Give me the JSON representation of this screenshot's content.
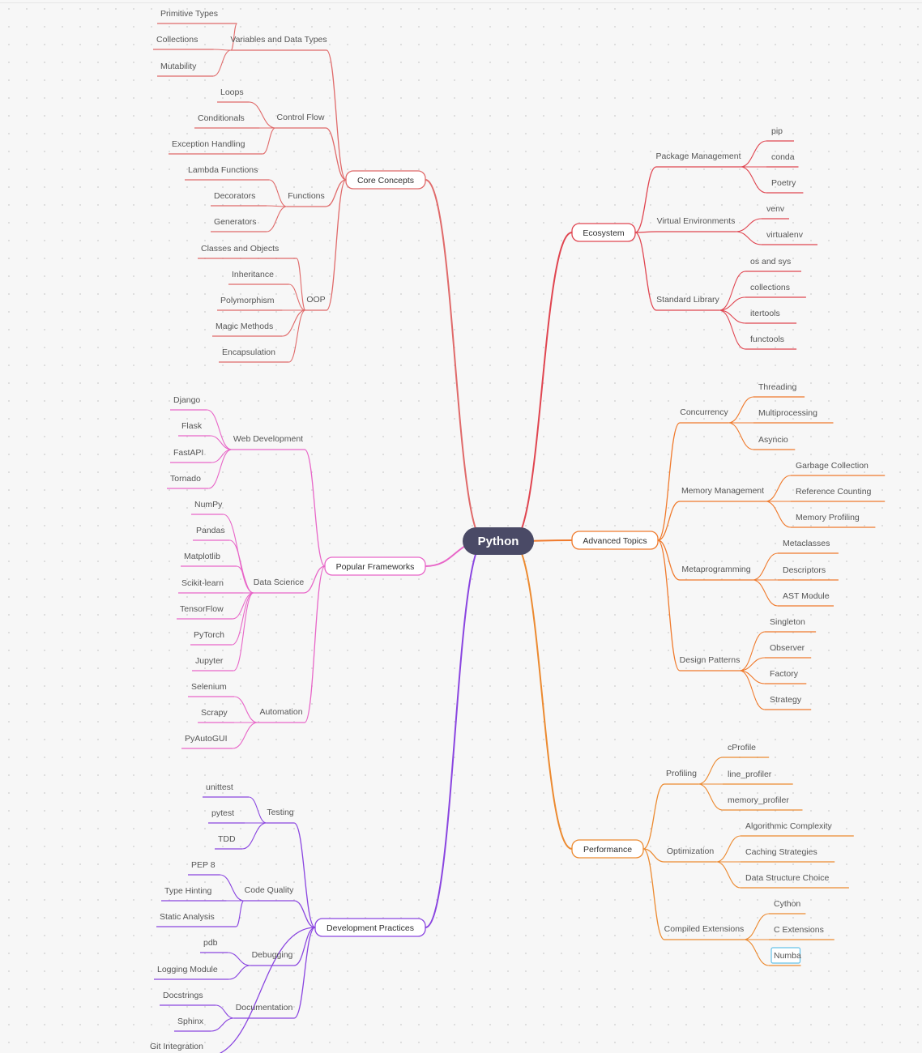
{
  "root": {
    "label": "Python",
    "fill": "#4a4a66"
  },
  "branches": [
    {
      "label": "Core Concepts",
      "color": "#e06a6a",
      "children": [
        {
          "label": "Variables and Data Types",
          "children": [
            {
              "label": "Primitive Types"
            },
            {
              "label": "Collections"
            },
            {
              "label": "Mutability"
            }
          ]
        },
        {
          "label": "Control Flow",
          "children": [
            {
              "label": "Loops"
            },
            {
              "label": "Conditionals"
            },
            {
              "label": "Exception Handling"
            }
          ]
        },
        {
          "label": "Functions",
          "children": [
            {
              "label": "Lambda Functions"
            },
            {
              "label": "Decorators"
            },
            {
              "label": "Generators"
            }
          ]
        },
        {
          "label": "OOP",
          "children": [
            {
              "label": "Classes and Objects"
            },
            {
              "label": "Inheritance"
            },
            {
              "label": "Polymorphism"
            },
            {
              "label": "Magic Methods"
            },
            {
              "label": "Encapsulation"
            }
          ]
        }
      ]
    },
    {
      "label": "Popular Frameworks",
      "color": "#e866c8",
      "children": [
        {
          "label": "Web Development",
          "children": [
            {
              "label": "Django"
            },
            {
              "label": "Flask"
            },
            {
              "label": "FastAPI"
            },
            {
              "label": "Tornado"
            }
          ]
        },
        {
          "label": "Data Science",
          "children": [
            {
              "label": "NumPy"
            },
            {
              "label": "Pandas"
            },
            {
              "label": "Matplotlib"
            },
            {
              "label": "Scikit-learn"
            },
            {
              "label": "TensorFlow"
            },
            {
              "label": "PyTorch"
            },
            {
              "label": "Jupyter"
            }
          ]
        },
        {
          "label": "Automation",
          "children": [
            {
              "label": "Selenium"
            },
            {
              "label": "Scrapy"
            },
            {
              "label": "PyAutoGUI"
            }
          ]
        }
      ]
    },
    {
      "label": "Development Practices",
      "color": "#8a45e0",
      "children": [
        {
          "label": "Testing",
          "children": [
            {
              "label": "unittest"
            },
            {
              "label": "pytest"
            },
            {
              "label": "TDD"
            }
          ]
        },
        {
          "label": "Code Quality",
          "children": [
            {
              "label": "PEP 8"
            },
            {
              "label": "Type Hinting"
            },
            {
              "label": "Static Analysis"
            }
          ]
        },
        {
          "label": "Debugging",
          "children": [
            {
              "label": "pdb"
            },
            {
              "label": "Logging Module"
            }
          ]
        },
        {
          "label": "Documentation",
          "children": [
            {
              "label": "Docstrings"
            },
            {
              "label": "Sphinx"
            }
          ]
        },
        {
          "label": "Git Integration",
          "children": []
        }
      ]
    },
    {
      "label": "Ecosystem",
      "color": "#e04550",
      "children": [
        {
          "label": "Package Management",
          "children": [
            {
              "label": "pip"
            },
            {
              "label": "conda"
            },
            {
              "label": "Poetry"
            }
          ]
        },
        {
          "label": "Virtual Environments",
          "children": [
            {
              "label": "venv"
            },
            {
              "label": "virtualenv"
            }
          ]
        },
        {
          "label": "Standard Library",
          "children": [
            {
              "label": "os and sys"
            },
            {
              "label": "collections"
            },
            {
              "label": "itertools"
            },
            {
              "label": "functools"
            }
          ]
        }
      ]
    },
    {
      "label": "Advanced Topics",
      "color": "#f07a2c",
      "children": [
        {
          "label": "Concurrency",
          "children": [
            {
              "label": "Threading"
            },
            {
              "label": "Multiprocessing"
            },
            {
              "label": "Asyncio"
            }
          ]
        },
        {
          "label": "Memory Management",
          "children": [
            {
              "label": "Garbage Collection"
            },
            {
              "label": "Reference Counting"
            },
            {
              "label": "Memory Profiling"
            }
          ]
        },
        {
          "label": "Metaprogramming",
          "children": [
            {
              "label": "Metaclasses"
            },
            {
              "label": "Descriptors"
            },
            {
              "label": "AST Module"
            }
          ]
        },
        {
          "label": "Design Patterns",
          "children": [
            {
              "label": "Singleton"
            },
            {
              "label": "Observer"
            },
            {
              "label": "Factory"
            },
            {
              "label": "Strategy"
            }
          ]
        }
      ]
    },
    {
      "label": "Performance",
      "color": "#ec8a30",
      "children": [
        {
          "label": "Profiling",
          "children": [
            {
              "label": "cProfile"
            },
            {
              "label": "line_profiler"
            },
            {
              "label": "memory_profiler"
            }
          ]
        },
        {
          "label": "Optimization",
          "children": [
            {
              "label": "Algorithmic Complexity"
            },
            {
              "label": "Caching Strategies"
            },
            {
              "label": "Data Structure Choice"
            }
          ]
        },
        {
          "label": "Compiled Extensions",
          "children": [
            {
              "label": "Cython"
            },
            {
              "label": "C Extensions"
            },
            {
              "label": "Numba",
              "selected": true
            }
          ]
        }
      ]
    }
  ],
  "selection_color": "#66c2e8"
}
